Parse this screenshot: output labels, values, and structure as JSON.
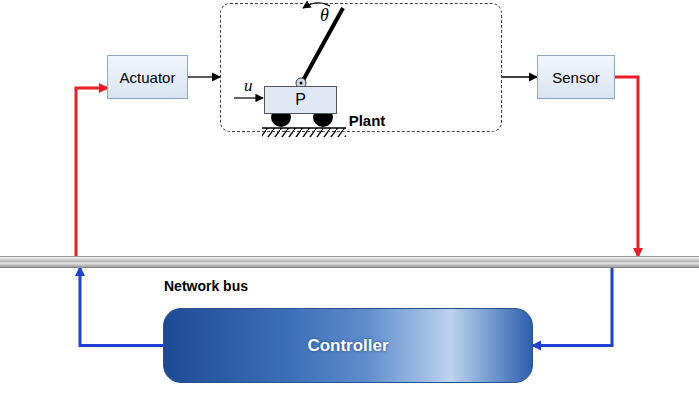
{
  "diagram": {
    "nodes": [
      {
        "text": [
          "Actuator"
        ]
      },
      {
        "text": [
          "Plant"
        ]
      },
      {
        "text": [
          "P"
        ],
        "in": 1
      },
      {
        "text": [
          "Sensor"
        ]
      },
      {
        "text": [
          "Network bus"
        ]
      },
      {
        "text": [
          "Controller"
        ]
      }
    ],
    "edges": [
      {
        "from": 0,
        "to": 1,
        "arrow": "to"
      },
      {
        "from": 1,
        "to": 3,
        "arrow": "to"
      },
      {
        "from": 3,
        "to": 4,
        "arrow": "to"
      },
      {
        "from": 4,
        "to": 5,
        "arrow": "to"
      },
      {
        "from": 5,
        "to": 4,
        "arrow": "to"
      },
      {
        "from": 4,
        "to": 0,
        "arrow": "to"
      }
    ],
    "labels": [
      "θ",
      "u"
    ]
  }
}
